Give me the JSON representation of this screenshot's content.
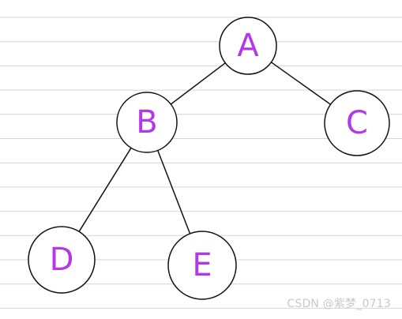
{
  "nodes": [
    {
      "id": "A",
      "label": "A"
    },
    {
      "id": "B",
      "label": "B"
    },
    {
      "id": "C",
      "label": "C"
    },
    {
      "id": "D",
      "label": "D"
    },
    {
      "id": "E",
      "label": "E"
    }
  ],
  "edges": [
    {
      "from": "A",
      "to": "B"
    },
    {
      "from": "A",
      "to": "C"
    },
    {
      "from": "B",
      "to": "D"
    },
    {
      "from": "B",
      "to": "E"
    }
  ],
  "colors": {
    "label": "#b338e6",
    "stroke": "#111111",
    "ruled_line": "#d4d4d4",
    "watermark": "#c8c8c8"
  },
  "watermark": "CSDN @紫梦_0713"
}
